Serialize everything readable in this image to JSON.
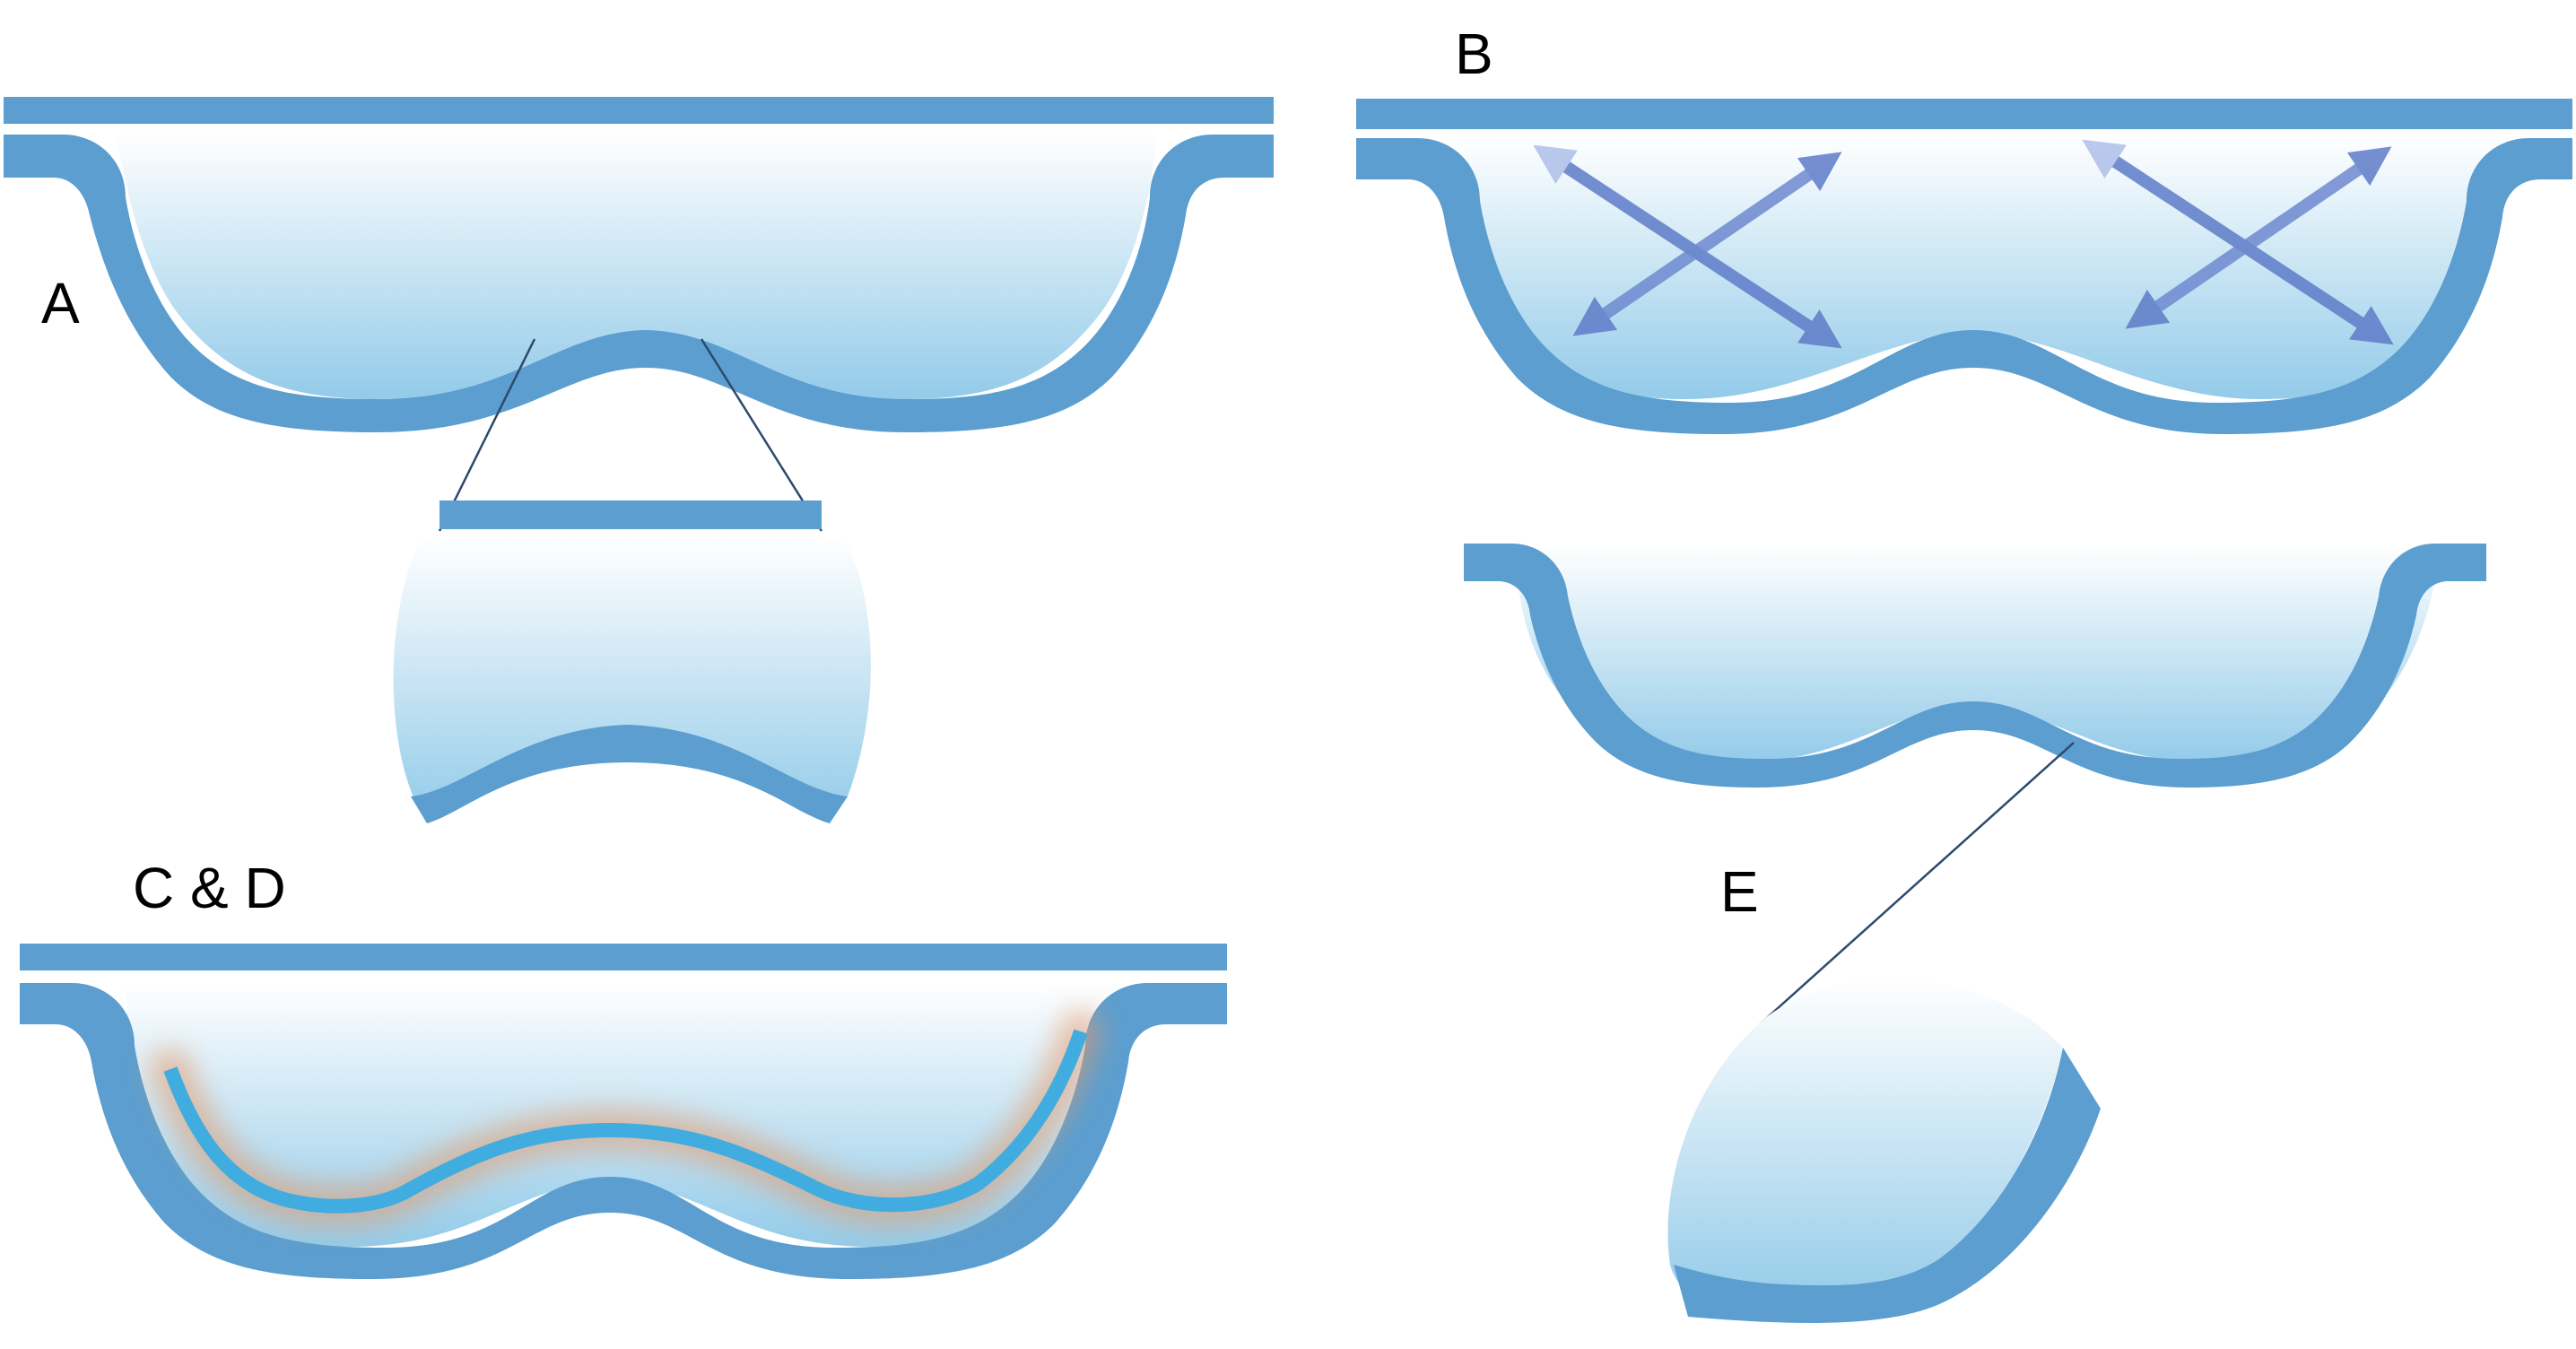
{
  "labels": {
    "a": "A",
    "b": "B",
    "cd": "C & D",
    "e": "E"
  },
  "colors": {
    "wall": "#5b9ecf",
    "fluid_top": "#ffffff",
    "fluid_bottom": "#93cbe9",
    "arrow": "#5e7cc9",
    "arrow_faded": "#c2d0ef",
    "lens_line": "#41acdf",
    "glow": "#e59a6a",
    "leader_line": "#2c4a6e",
    "label": "#000000"
  }
}
